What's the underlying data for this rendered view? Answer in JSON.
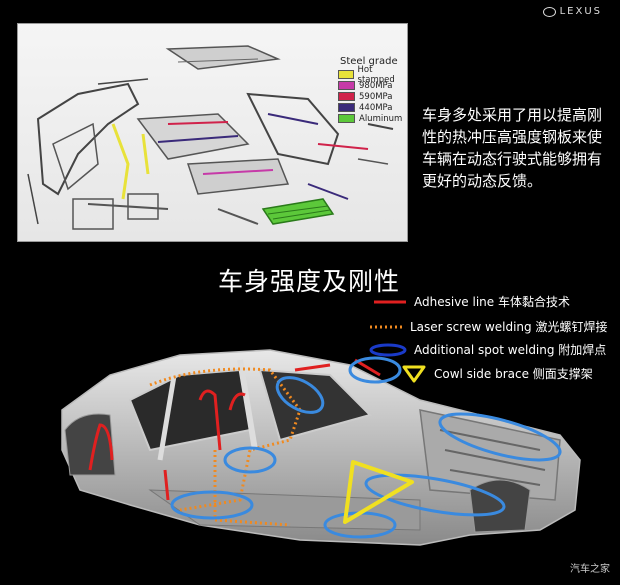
{
  "brand": {
    "name": "LEXUS"
  },
  "slide": {
    "legend_title": "Steel grade",
    "legend": [
      {
        "label": "Hot stamped",
        "color": "#e8e23a"
      },
      {
        "label": "980MPa",
        "color": "#c63aa8"
      },
      {
        "label": "590MPa",
        "color": "#d0224a"
      },
      {
        "label": "440MPa",
        "color": "#3a2a7a"
      },
      {
        "label": "Aluminum",
        "color": "#5cc83a"
      }
    ]
  },
  "caption": "车身多处采用了用以提高刚性的热冲压高强度钢板来使车辆在动态行驶式能够拥有更好的动态反馈。",
  "headline": "车身强度及刚性",
  "annotations": [
    {
      "label": "Adhesive line 车体黏合技术",
      "marker": "red-line-icon",
      "color": "#e02020"
    },
    {
      "label": "Laser screw welding 激光螺钉焊接",
      "marker": "orange-dots-icon",
      "color": "#f08a20"
    },
    {
      "label": "Additional spot welding 附加焊点",
      "marker": "blue-ellipse-icon",
      "color": "#1a3ac8"
    },
    {
      "label": "Cowl side brace 侧面支撑架",
      "marker": "yellow-triangle-icon",
      "color": "#f0e020"
    }
  ],
  "watermark": "汽车之家"
}
